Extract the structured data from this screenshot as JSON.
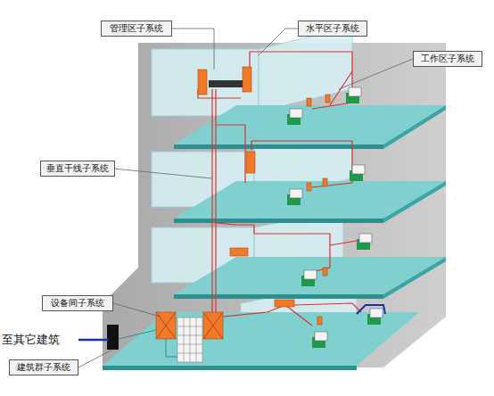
{
  "diagram": {
    "nodes": [
      {
        "text": [
          "管理区子系统"
        ]
      },
      {
        "text": [
          "水平区子系统"
        ]
      },
      {
        "text": [
          "工作区子系统"
        ]
      },
      {
        "text": [
          "垂直干线子系统"
        ]
      },
      {
        "text": [
          "设备间子系统"
        ]
      },
      {
        "text": [
          "建筑群子系统"
        ]
      }
    ],
    "labels": [
      "至其它建筑"
    ]
  }
}
